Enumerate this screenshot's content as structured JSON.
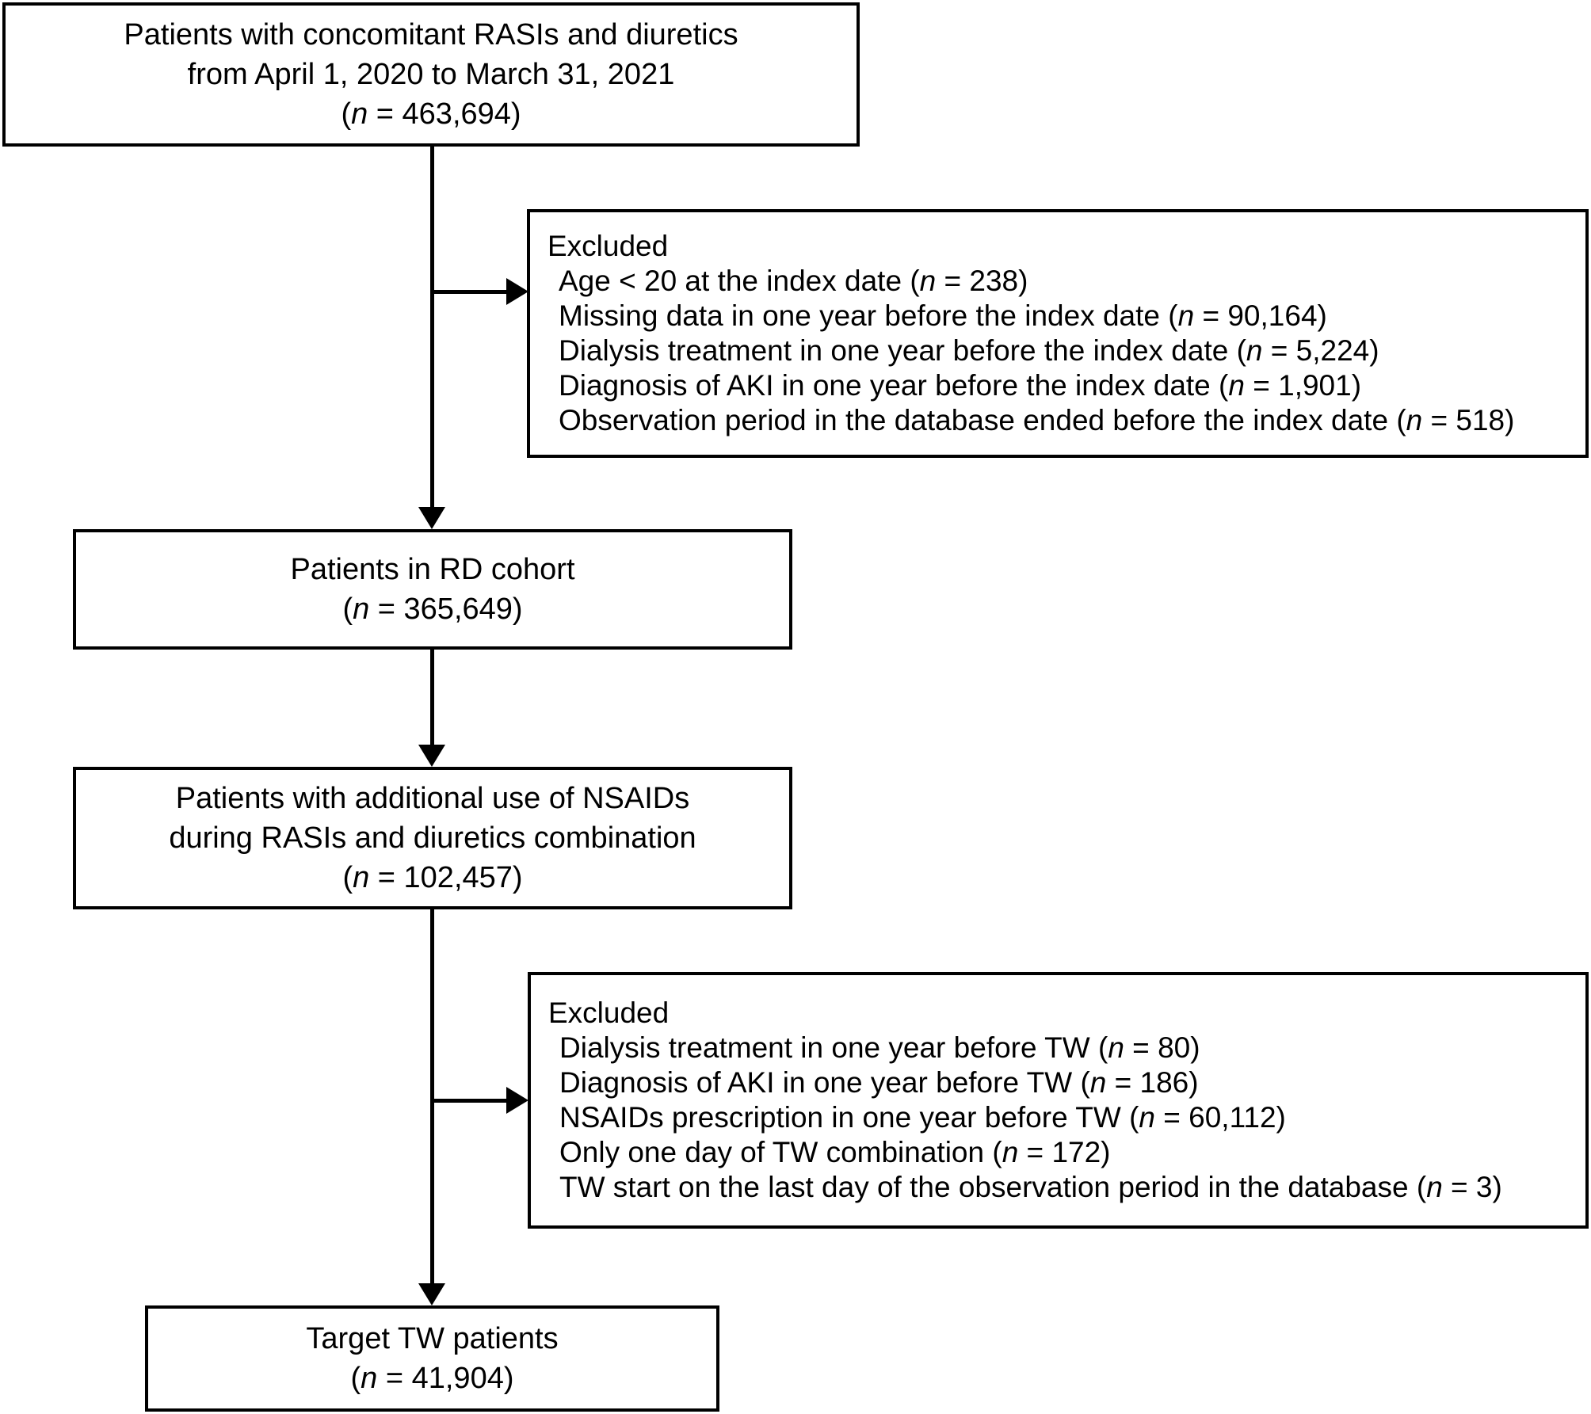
{
  "figure": {
    "type": "patient-selection-flowchart",
    "colors": {
      "stroke": "#000000",
      "background": "#ffffff",
      "text": "#000000"
    }
  },
  "nodes": [
    {
      "id": "source-population",
      "lines": [
        "Patients with concomitant RASIs and diuretics",
        "from April 1, 2020 to March 31, 2021",
        "(n = 463,694)"
      ],
      "count_label": "(n = 463,694)",
      "n": 463694
    },
    {
      "id": "rd-cohort",
      "lines": [
        "Patients in RD cohort",
        "(n = 365,649)"
      ],
      "count_label": "(n = 365,649)",
      "n": 365649
    },
    {
      "id": "nsaids-added",
      "lines": [
        "Patients with additional use of NSAIDs",
        "during RASIs and diuretics combination",
        "(n = 102,457)"
      ],
      "count_label": "(n = 102,457)",
      "n": 102457
    },
    {
      "id": "target-tw",
      "lines": [
        "Target TW patients",
        "(n = 41,904)"
      ],
      "count_label": "(n = 41,904)",
      "n": 41904
    }
  ],
  "exclusions": [
    {
      "id": "exclusion-stage-1",
      "heading": "Excluded",
      "items": [
        {
          "text": "Age < 20 at the index date",
          "count_label": "(n = 238)",
          "n": 238
        },
        {
          "text": "Missing data in one year before the index date",
          "count_label": "(n = 90,164)",
          "n": 90164
        },
        {
          "text": "Dialysis treatment in one year before the index date",
          "count_label": "(n = 5,224)",
          "n": 5224
        },
        {
          "text": "Diagnosis of AKI in one year before the index date",
          "count_label": "(n = 1,901)",
          "n": 1901
        },
        {
          "text": "Observation period in the database ended before the index date",
          "count_label": "(n = 518)",
          "n": 518
        }
      ]
    },
    {
      "id": "exclusion-stage-2",
      "heading": "Excluded",
      "items": [
        {
          "text": "Dialysis treatment in one year before TW",
          "count_label": "(n = 80)",
          "n": 80
        },
        {
          "text": "Diagnosis of AKI in one year before TW",
          "count_label": "(n = 186)",
          "n": 186
        },
        {
          "text": "NSAIDs prescription in one year before TW",
          "count_label": "(n = 60,112)",
          "n": 60112
        },
        {
          "text": "Only one day of TW combination",
          "count_label": "(n = 172)",
          "n": 172
        },
        {
          "text": "TW start on the last day of the observation period in the database",
          "count_label": "(n = 3)",
          "n": 3
        }
      ]
    }
  ],
  "italic_variable": "n"
}
